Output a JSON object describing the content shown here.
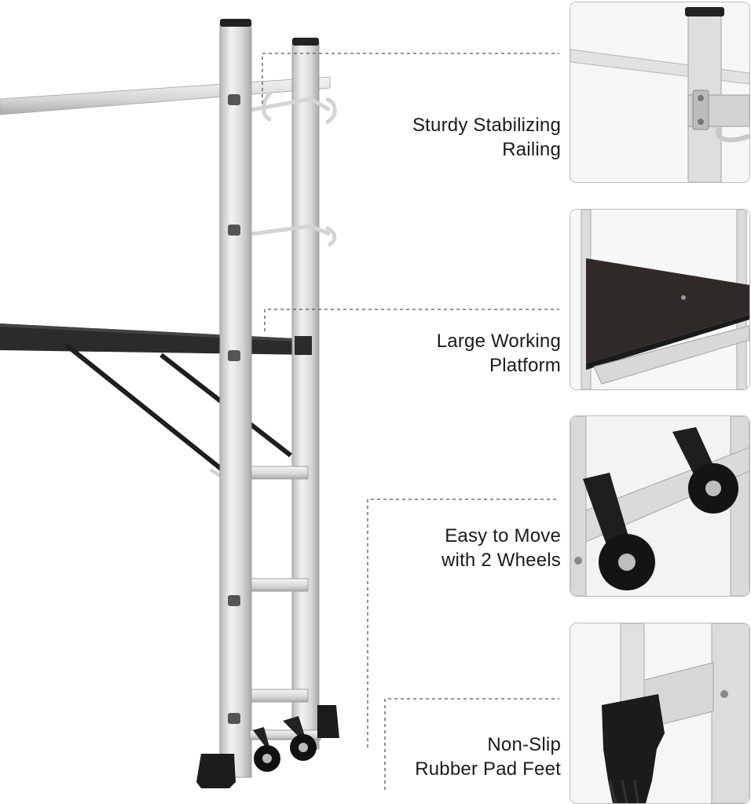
{
  "features": [
    {
      "line1": "Sturdy Stabilizing",
      "line2": "Railing"
    },
    {
      "line1": "Large Working",
      "line2": "Platform"
    },
    {
      "line1": "Easy to Move",
      "line2": "with 2 Wheels"
    },
    {
      "line1": "Non-Slip",
      "line2": "Rubber Pad Feet"
    }
  ],
  "colors": {
    "aluminum": "#dcdcdc",
    "aluminum_shadow": "#a9a9a9",
    "platform": "#2b2b2b",
    "rubber": "#1c1c1c",
    "leader_line": "#555555",
    "box_border": "#bdbdbd"
  }
}
